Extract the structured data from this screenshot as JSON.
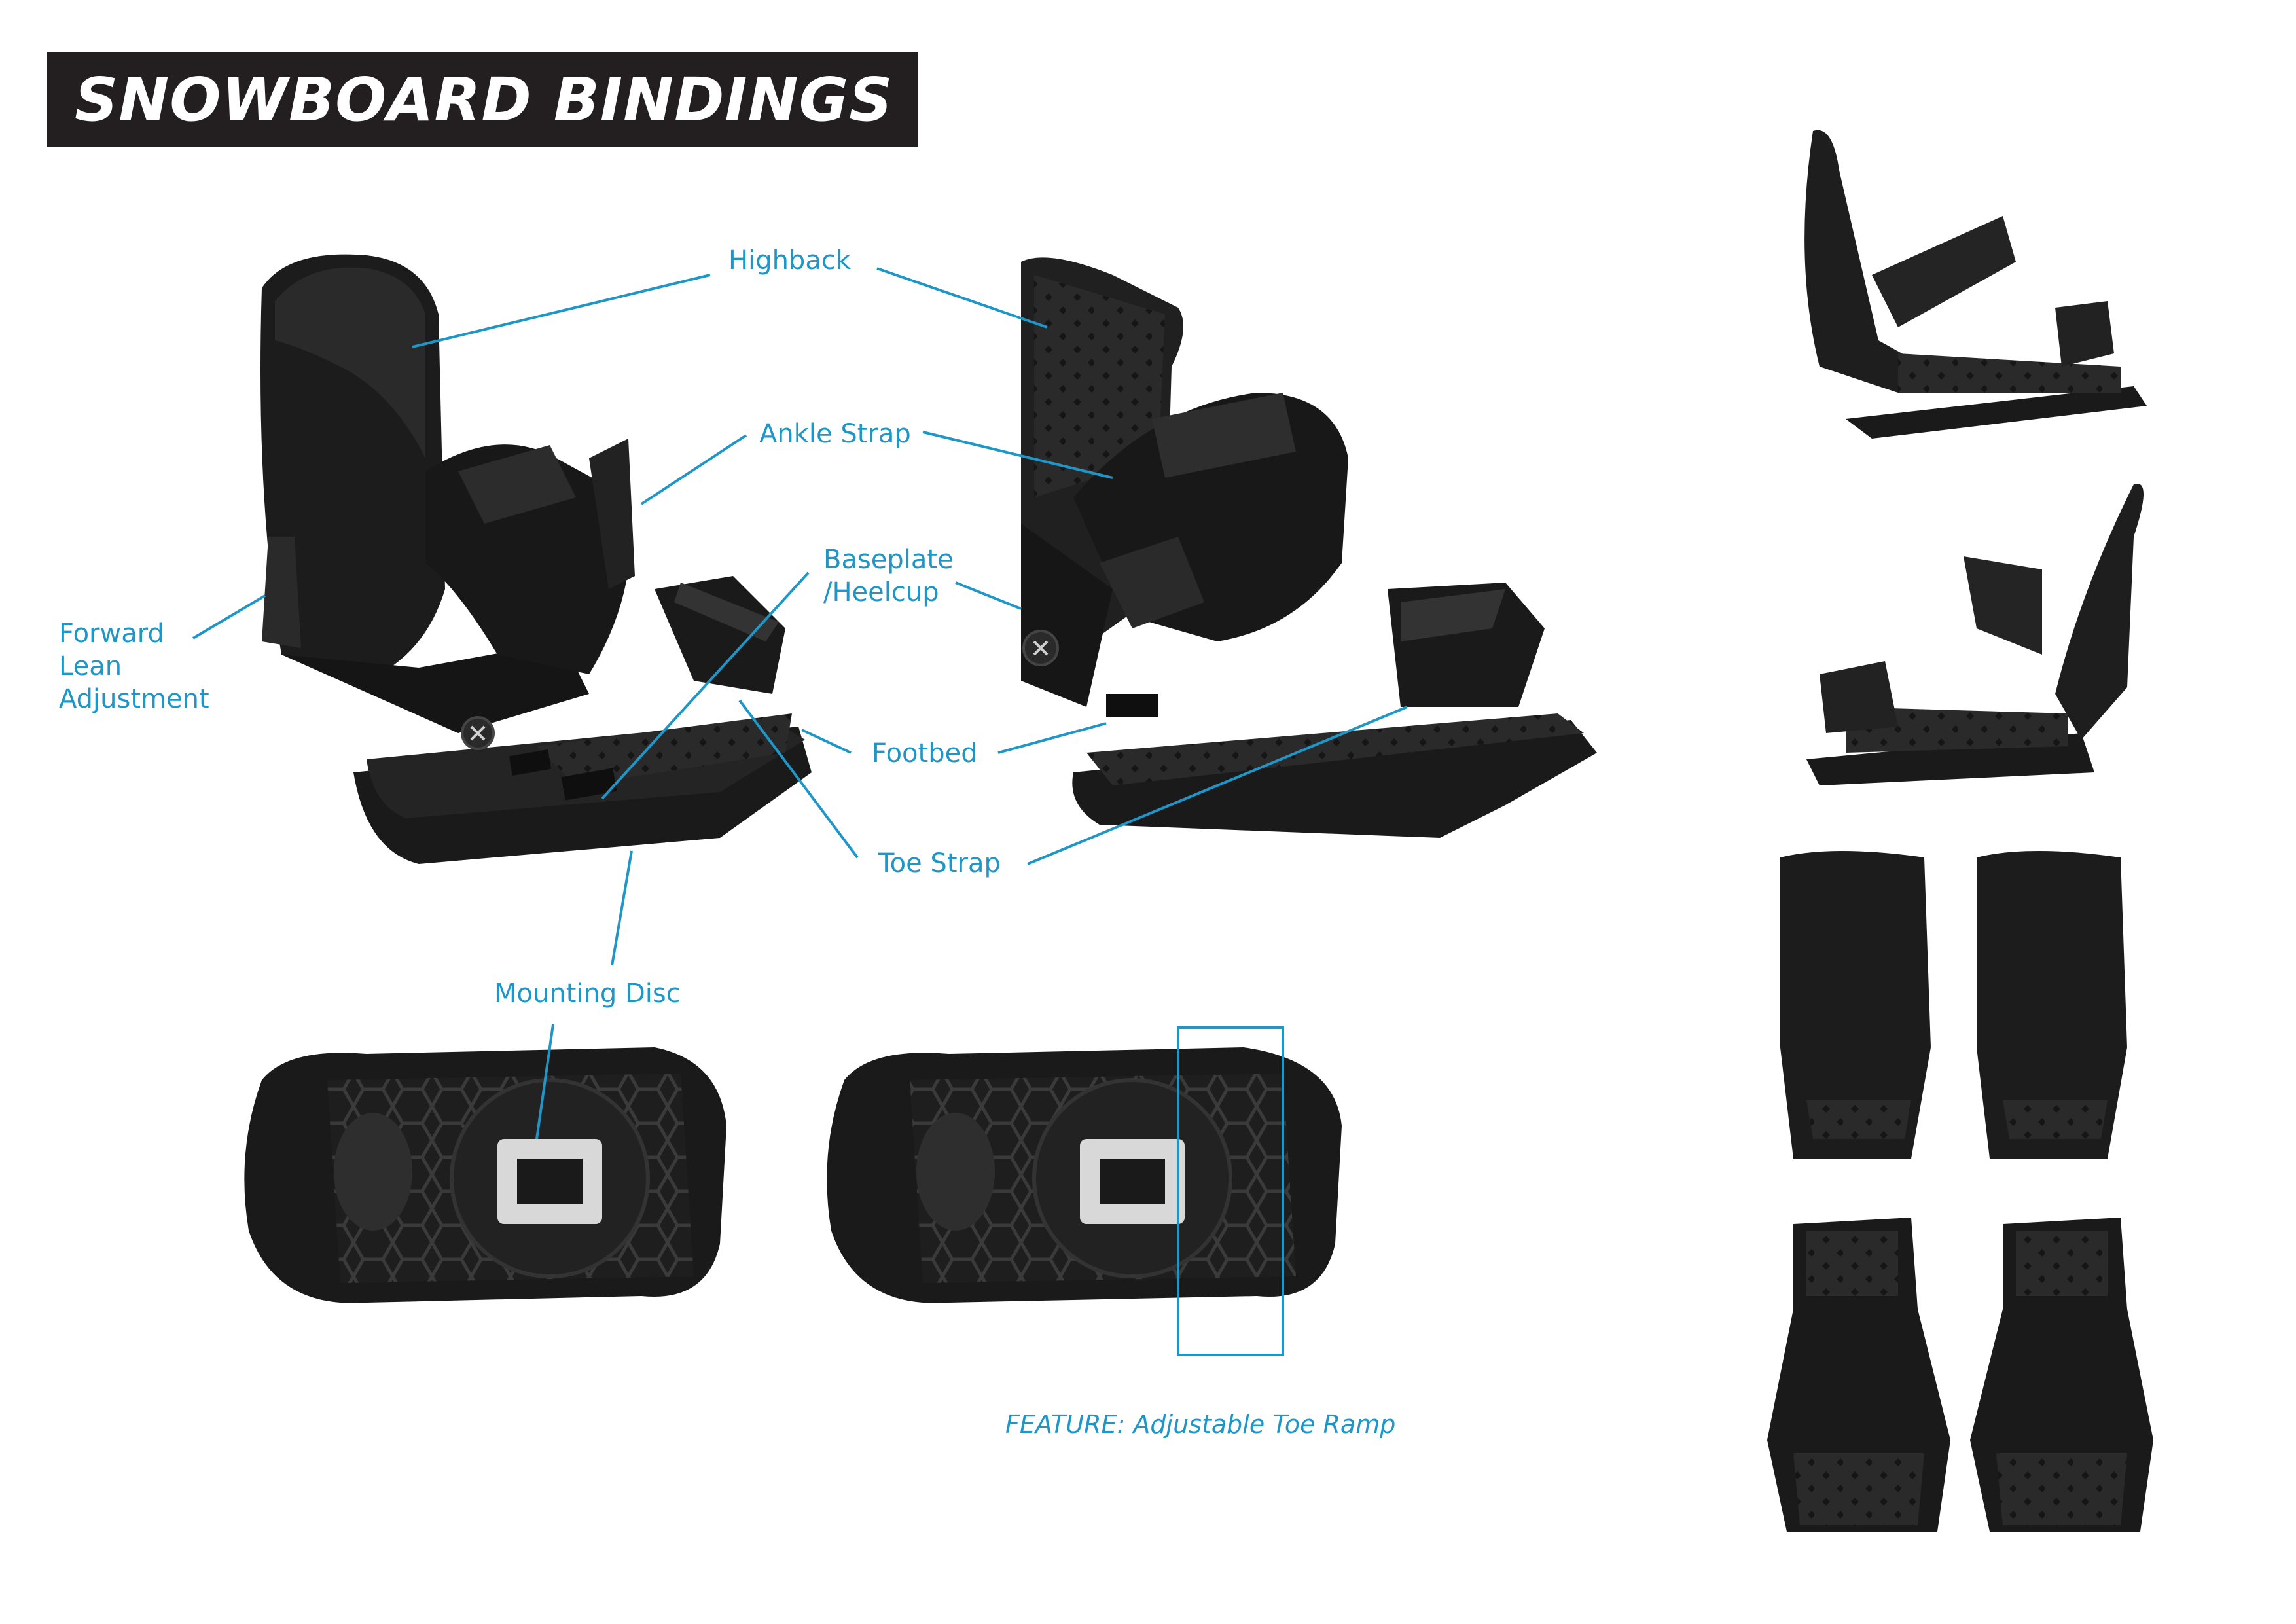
{
  "title": "SNOWBOARD BINDINGS",
  "colors": {
    "accent": "#1e96c8",
    "title_bg": "#231f20",
    "binding": "#1c1c1c"
  },
  "labels": {
    "highback": "Highback",
    "ankle_strap": "Ankle Strap",
    "baseplate": "Baseplate\n/Heelcup",
    "forward_lean": "Forward\nLean\nAdjustment",
    "footbed": "Footbed",
    "toe_strap": "Toe Strap",
    "mounting_disc": "Mounting Disc"
  },
  "feature_caption": "FEATURE: Adjustable Toe Ramp",
  "views": [
    "binding-side-left",
    "binding-side-right",
    "binding-bottom-left",
    "binding-bottom-right",
    "thumb-side-1",
    "thumb-side-2",
    "thumb-rear-pair",
    "thumb-front-pair"
  ]
}
